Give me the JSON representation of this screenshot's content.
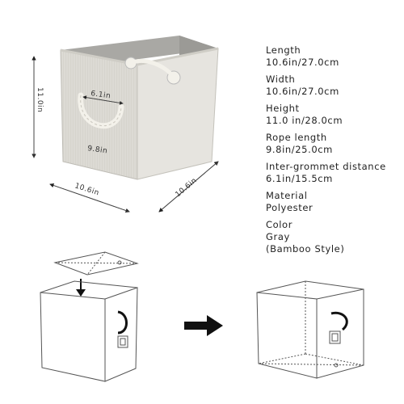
{
  "dimensions": {
    "height_label": "11.0in",
    "width_label": "10.6in",
    "depth_label": "10.6in",
    "grommet_label": "6.1in",
    "rope_label": "9.8in"
  },
  "specs": [
    {
      "label": "Length",
      "value": "10.6in/27.0cm"
    },
    {
      "label": "Width",
      "value": "10.6in/27.0cm"
    },
    {
      "label": "Height",
      "value": "11.0 in/28.0cm"
    },
    {
      "label": "Rope length",
      "value": "9.8in/25.0cm"
    },
    {
      "label": "Inter-grommet distance",
      "value": "6.1in/15.5cm"
    },
    {
      "label": "Material",
      "value": "Polyester"
    },
    {
      "label": "Color",
      "value": "Gray",
      "value2": "(Bamboo Style)"
    }
  ],
  "colors": {
    "fabric": "#dcdad4",
    "fabric_side": "#e6e4df",
    "interior": "#a9a8a4",
    "rope": "#f3f1ea",
    "outline": "#555555",
    "arrow": "#111111"
  }
}
